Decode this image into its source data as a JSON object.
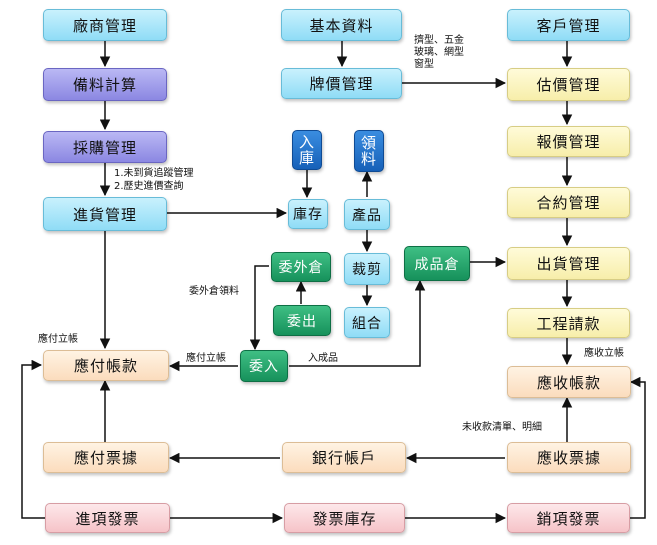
{
  "nodes": {
    "vendor_mgmt": "廠商管理",
    "material_calc": "備料計算",
    "purchase_mgmt": "採購管理",
    "receiving_mgmt": "進貨管理",
    "ap_accounts": "應付帳款",
    "ap_notes": "應付票據",
    "input_invoice": "進項發票",
    "basic_data": "基本資料",
    "price_mgmt": "牌價管理",
    "stock_in": "入庫",
    "stock_out": "領料",
    "inventory": "庫存",
    "product": "產品",
    "outsource_warehouse": "委外倉",
    "cutting": "裁剪",
    "finished_warehouse": "成品倉",
    "outsource_out": "委出",
    "assembly": "組合",
    "outsource_in": "委入",
    "bank_account": "銀行帳戶",
    "invoice_stock": "發票庫存",
    "customer_mgmt": "客戶管理",
    "estimate_mgmt": "估價管理",
    "quote_mgmt": "報價管理",
    "contract_mgmt": "合約管理",
    "shipping_mgmt": "出貨管理",
    "progress_billing": "工程請款",
    "ar_accounts": "應收帳款",
    "ar_notes": "應收票據",
    "output_invoice": "銷項發票"
  },
  "labels": {
    "purchase_note_1": "1.未到貨追蹤管理",
    "purchase_note_2": "2.歷史進價查詢",
    "price_note_1": "擠型、五金",
    "price_note_2": "玻璃、網型",
    "price_note_3": "窗型",
    "outsource_pick": "委外倉領料",
    "ap_establish_left": "應付立帳",
    "ap_establish_mid": "應付立帳",
    "to_finished": "入成品",
    "ar_establish": "應收立帳",
    "unpaid_statement": "未收款清單、明細"
  }
}
